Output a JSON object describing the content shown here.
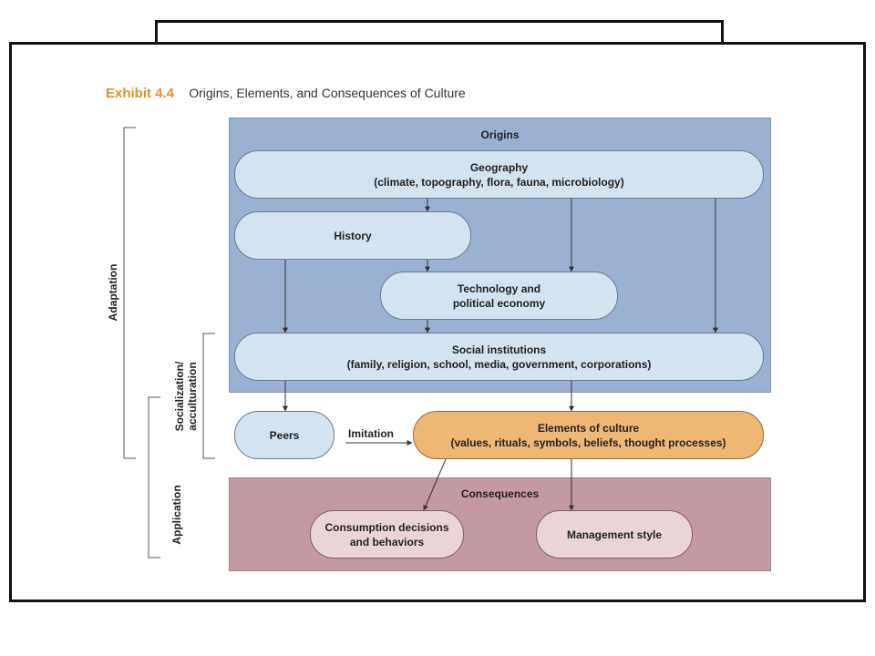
{
  "exhibit": {
    "number": "Exhibit 4.4",
    "caption": "Origins, Elements, and Consequences of Culture"
  },
  "panels": {
    "origins": "Origins",
    "consequences": "Consequences"
  },
  "nodes": {
    "geography": {
      "line1": "Geography",
      "line2": "(climate, topography, flora, fauna, microbiology)"
    },
    "history": {
      "line1": "History"
    },
    "technology": {
      "line1": "Technology and",
      "line2": "political economy"
    },
    "social_institutions": {
      "line1": "Social institutions",
      "line2": "(family, religion, school, media, government, corporations)"
    },
    "peers": {
      "line1": "Peers"
    },
    "elements": {
      "line1": "Elements of culture",
      "line2": "(values, rituals, symbols, beliefs, thought processes)"
    },
    "consumption": {
      "line1": "Consumption decisions",
      "line2": "and behaviors"
    },
    "management": {
      "line1": "Management style"
    }
  },
  "edge_labels": {
    "imitation": "Imitation"
  },
  "side_labels": {
    "adaptation": "Adaptation",
    "socialization_line1": "Socialization/",
    "socialization_line2": "acculturation",
    "application": "Application"
  },
  "colors": {
    "exhibit_accent": "#e3902d",
    "origins_panel": "#9bb1d2",
    "consequences_panel": "#c39aa1",
    "node_blue": "#d3e3f0",
    "node_orange": "#efb774",
    "node_pink": "#ead5d6"
  }
}
